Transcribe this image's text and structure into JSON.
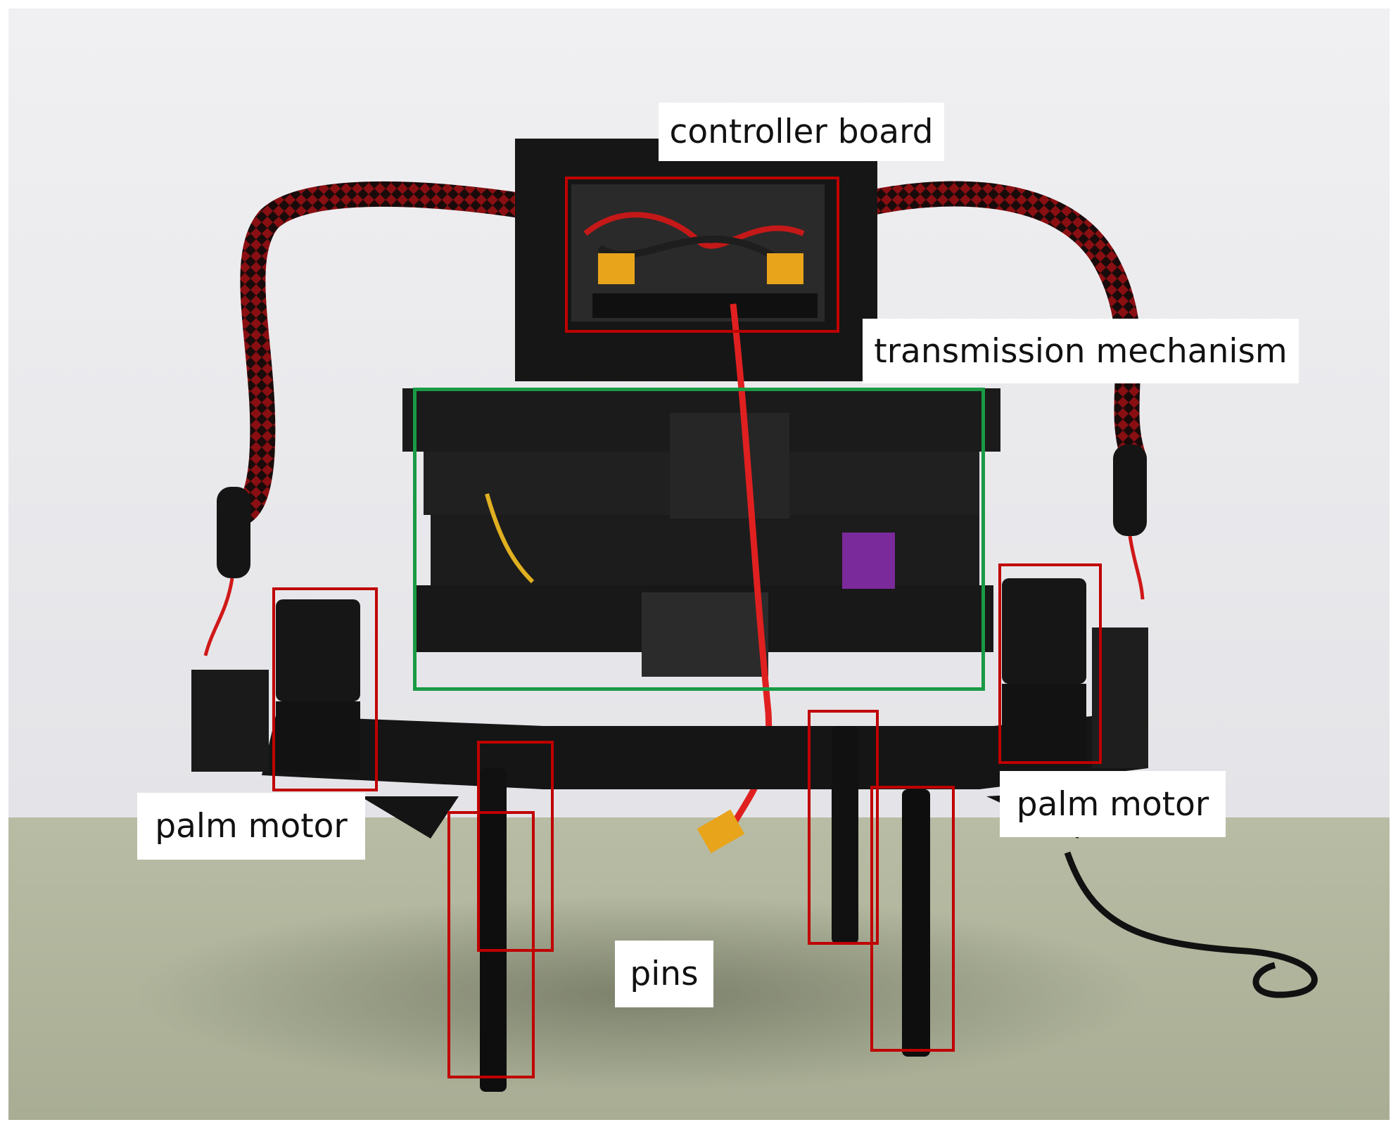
{
  "labels": {
    "controller_board": "controller board",
    "transmission_mechanism": "transmission mechanism",
    "palm_motor_left": "palm motor",
    "palm_motor_right": "palm motor",
    "pins": "pins"
  },
  "colors": {
    "motor_pin_box": "#c00000",
    "transmission_box": "#1a9a44",
    "label_background": "#ffffff"
  }
}
